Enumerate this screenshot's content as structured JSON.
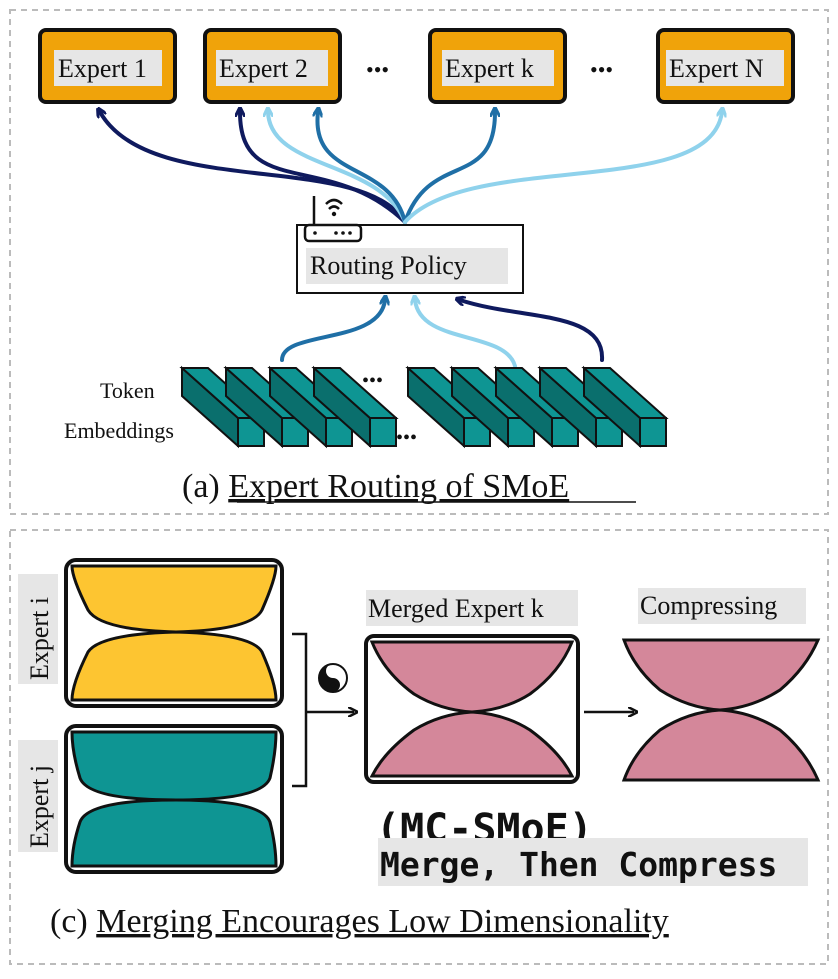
{
  "panel_a": {
    "experts": [
      {
        "label": "Expert",
        "index": "1"
      },
      {
        "label": "Expert",
        "index": "2"
      },
      {
        "label": "Expert",
        "index": "k"
      },
      {
        "label": "Expert",
        "index": "N"
      }
    ],
    "ellipsis": "•••",
    "routing_policy": "Routing Policy",
    "token_label_line1": "Token",
    "token_label_line2": "Embeddings",
    "caption_prefix": "(a) ",
    "caption_title": "Expert Routing of SMoE"
  },
  "panel_c": {
    "expert_i": "Expert i",
    "expert_j": "Expert j",
    "merged_label": "Merged Expert",
    "merged_index": "k",
    "compressing": "Compressing",
    "method_name": "(MC-SMoE)",
    "method_tagline": "Merge, Then Compress",
    "caption_prefix": "(c) ",
    "caption_title": "Merging Encourages Low Dimensionality"
  },
  "colors": {
    "expert_fill": "#f0a30a",
    "label_bg": "#e6e6e6",
    "teal": "#0e9593",
    "teal_dark": "#0a6f6d",
    "yellow": "#fdc531",
    "pink": "#d4879a",
    "navy": "#0f1a5e",
    "blue": "#1f6fa6",
    "light_blue": "#8fd2ec"
  }
}
